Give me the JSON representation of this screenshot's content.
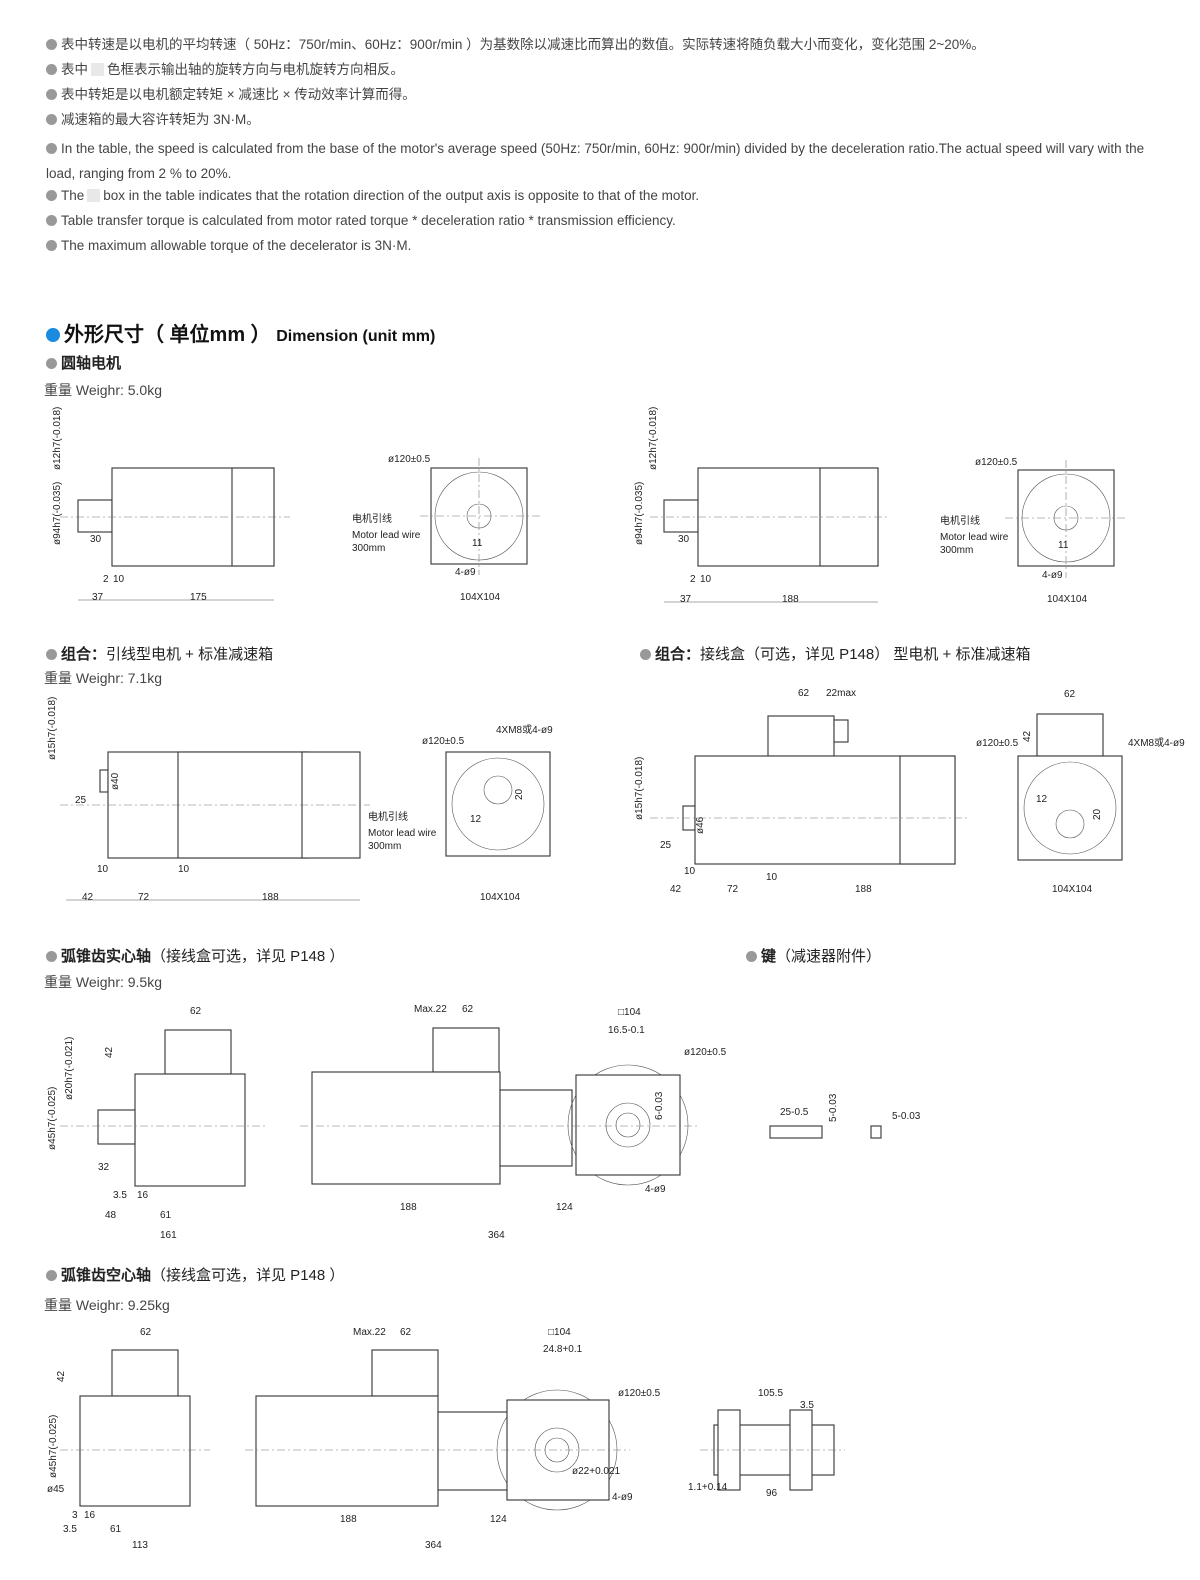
{
  "notes": {
    "cn1": "表中转速是以电机的平均转速（ 50Hz：750r/min、60Hz：900r/min ）为基数除以减速比而算出的数值。实际转速将随负载大小而变化，变化范围 2~20%。",
    "cn2a": "表中",
    "cn2b": "色框表示输出轴的旋转方向与电机旋转方向相反。",
    "cn3": "表中转矩是以电机额定转矩 × 减速比 × 传动效率计算而得。",
    "cn4": "减速箱的最大容许转矩为 3N·M。",
    "en1": "In the table, the speed is calculated from the base of the motor's average speed (50Hz: 750r/min, 60Hz: 900r/min) divided by the deceleration ratio.The actual speed will vary with the load, ranging from 2 % to 20%.",
    "en2a": "The",
    "en2b": "box in the table indicates that the rotation direction of the output axis is opposite to that of the motor.",
    "en3": "Table transfer torque is calculated from motor rated torque * deceleration ratio * transmission efficiency.",
    "en4": "The maximum allowable torque of the decelerator is 3N·M."
  },
  "section": {
    "title_cn": "外形尺寸（ 单位mm ）",
    "title_en": "Dimension (unit mm)"
  },
  "blocks": {
    "round_shaft": {
      "title": "圆轴电机",
      "weight": "重量 Weighr: 5.0kg"
    },
    "combo_lead": {
      "title_b": "组合：",
      "title": "引线型电机 + 标准减速箱",
      "weight": "重量 Weighr: 7.1kg"
    },
    "combo_box": {
      "title_b": "组合：",
      "title": "接线盒（可选，详见 P148） 型电机 + 标准减速箱"
    },
    "bevel_solid": {
      "title_b": "弧锥齿实心轴",
      "title": "（接线盒可选，详见 P148 ）",
      "weight": "重量 Weighr: 9.5kg"
    },
    "key": {
      "title_b": "键",
      "title": "（减速器附件）"
    },
    "bevel_hollow": {
      "title_b": "弧锥齿空心轴",
      "title": "（接线盒可选，详见 P148 ）",
      "weight": "重量 Weighr: 9.25kg"
    }
  },
  "dims": {
    "shaft12": "ø12h7(-0.018)",
    "shaft94": "ø94h7(-0.035)",
    "d30": "30",
    "d2": "2",
    "d10": "10",
    "d37": "37",
    "d175": "175",
    "d188": "188",
    "phi120": "ø120±0.5",
    "lead_cn": "电机引线",
    "lead_en": "Motor lead wire",
    "lead_len": "300mm",
    "d11": "11",
    "holes4": "4-ø9",
    "sq104": "104X104",
    "shaft15": "ø15h7(-0.018)",
    "phi40": "ø40",
    "d25": "25",
    "d42": "42",
    "d72": "72",
    "m8": "4XM8或4-ø9",
    "d12": "12",
    "d5": "5-0.03",
    "d20": "20",
    "d62": "62",
    "max22": "22max",
    "phi46": "ø46",
    "shaft20": "ø20h7(-0.021)",
    "shaft45": "ø45h7(-0.025)",
    "d32": "32",
    "d35": "3.5",
    "d16": "16",
    "d48": "48",
    "d61": "61",
    "d161": "161",
    "maxx22": "Max.22",
    "box104": "□104",
    "d165": "16.5-0.1",
    "d6": "6-0.03",
    "d124": "124",
    "d364": "364",
    "k25": "25-0.5",
    "k5": "5-0.03",
    "phi45": "ø45",
    "d3": "3",
    "d113": "113",
    "d248": "24.8+0.1",
    "phi22": "ø22+0.021",
    "d1055": "105.5",
    "d11b": "1.1+0.14",
    "d96": "96"
  }
}
